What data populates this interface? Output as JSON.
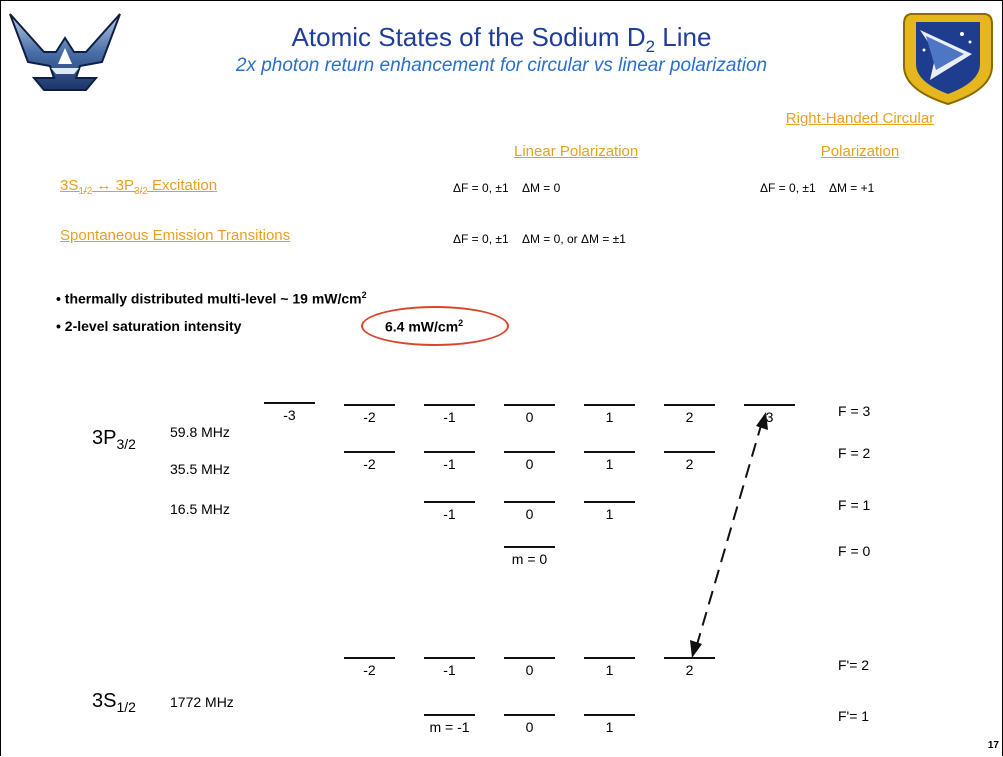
{
  "title": {
    "main": "Atomic States of the Sodium D",
    "sub": "2",
    "tail": " Line"
  },
  "subtitle": "2x photon return enhancement for circular vs linear polarization",
  "headers": {
    "linear": "Linear Polarization",
    "rhc_line1": "Right-Handed Circular",
    "rhc_line2": "Polarization"
  },
  "rows": {
    "excitation": {
      "a": "3S",
      "a_sub": "1/2",
      "arrow": " ↔ ",
      "b": "3P",
      "b_sub": "3/2",
      "rest": " Excitation",
      "linear": "ΔF = 0, ±1    ΔM = 0",
      "rhc": "ΔF = 0, ±1    ΔM = +1"
    },
    "spontaneous": {
      "label": "Spontaneous Emission Transitions",
      "linear": "ΔF = 0, ±1    ΔM = 0, or ΔM = ±1"
    }
  },
  "bullets": [
    {
      "text": "thermally distributed multi-level ~ 19 mW/cm",
      "sup": "2"
    },
    {
      "text": "2-level saturation intensity",
      "value": "6.4 mW/cm",
      "sup": "2"
    }
  ],
  "diagram": {
    "upper_state": {
      "main": "3P",
      "sub": "3/2"
    },
    "lower_state": {
      "main": "3S",
      "sub": "1/2"
    },
    "splittings": [
      "59.8 MHz",
      "35.5 MHz",
      "16.5 MHz",
      "1772 MHz"
    ],
    "F_labels": [
      "F = 3",
      "F = 2",
      "F = 1",
      "F = 0",
      "Fʹ= 2",
      "Fʹ= 1"
    ],
    "F3_m": [
      "-3",
      "-2",
      "-1",
      "0",
      "1",
      "2",
      "3"
    ],
    "F2_m": [
      "-2",
      "-1",
      "0",
      "1",
      "2"
    ],
    "F1_m": [
      "-1",
      "0",
      "1"
    ],
    "F0_m": [
      "m = 0"
    ],
    "Fp2_m": [
      "-2",
      "-1",
      "0",
      "1",
      "2"
    ],
    "Fp1_m": [
      "m = -1",
      "0",
      "1"
    ]
  },
  "page_number": "17",
  "colors": {
    "title": "#1f3d99",
    "subtitle": "#2a6fc9",
    "orange": "#e8a020",
    "oval": "#d9452a"
  }
}
